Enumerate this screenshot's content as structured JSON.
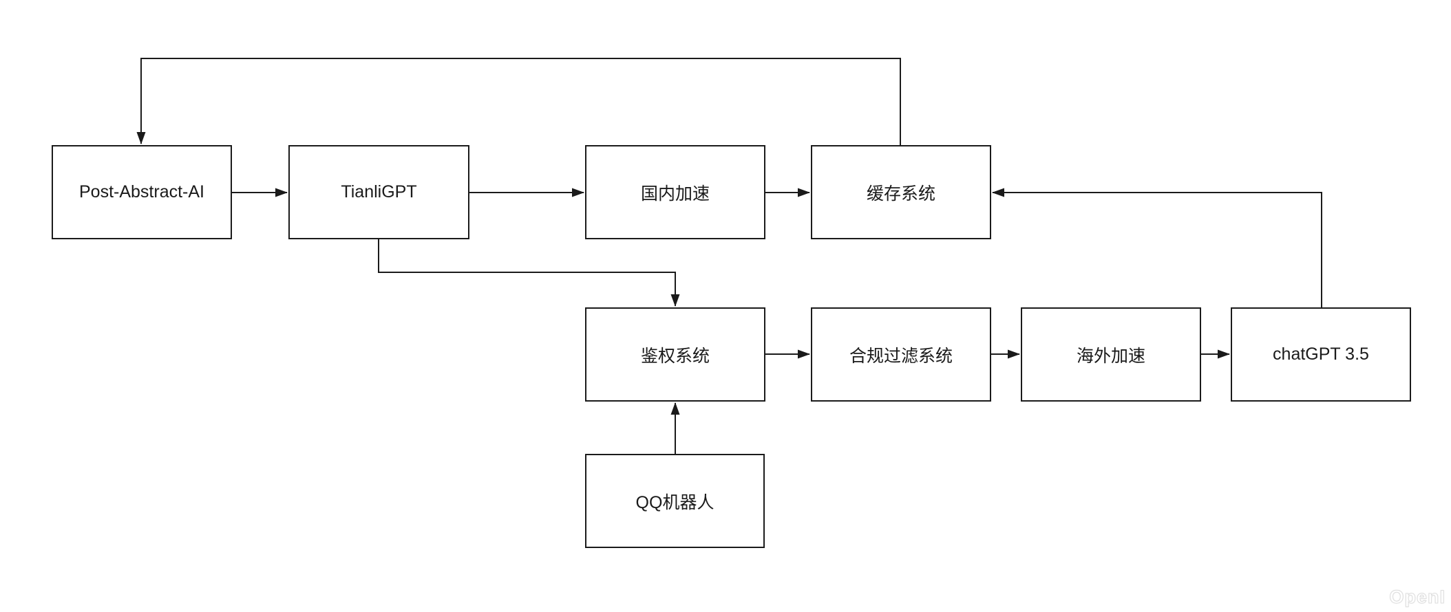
{
  "canvas": {
    "background_color": "#ffffff",
    "line_color": "#1a1a1a",
    "node_fill_color": "#ffffff"
  },
  "watermark": {
    "text": "OpenI"
  },
  "diagram": {
    "type": "flowchart",
    "nodes": [
      {
        "id": "post-abstract-ai",
        "label": "Post-Abstract-AI"
      },
      {
        "id": "tianligpt",
        "label": "TianliGPT"
      },
      {
        "id": "guonei-jiasu",
        "label": "国内加速"
      },
      {
        "id": "huancun-xitong",
        "label": "缓存系统"
      },
      {
        "id": "jianquan-xitong",
        "label": "鉴权系统"
      },
      {
        "id": "hegui-guolv-xitong",
        "label": "合规过滤系统"
      },
      {
        "id": "haiwai-jiasu",
        "label": "海外加速"
      },
      {
        "id": "chatgpt-3-5",
        "label": "chatGPT 3.5"
      },
      {
        "id": "qq-jiqiren",
        "label": "QQ机器人"
      }
    ],
    "edges": [
      {
        "from": "post-abstract-ai",
        "to": "tianligpt"
      },
      {
        "from": "tianligpt",
        "to": "guonei-jiasu"
      },
      {
        "from": "guonei-jiasu",
        "to": "huancun-xitong"
      },
      {
        "from": "huancun-xitong",
        "to": "post-abstract-ai"
      },
      {
        "from": "tianligpt",
        "to": "jianquan-xitong"
      },
      {
        "from": "jianquan-xitong",
        "to": "hegui-guolv-xitong"
      },
      {
        "from": "hegui-guolv-xitong",
        "to": "haiwai-jiasu"
      },
      {
        "from": "haiwai-jiasu",
        "to": "chatgpt-3-5"
      },
      {
        "from": "chatgpt-3-5",
        "to": "huancun-xitong"
      },
      {
        "from": "qq-jiqiren",
        "to": "jianquan-xitong"
      }
    ]
  }
}
